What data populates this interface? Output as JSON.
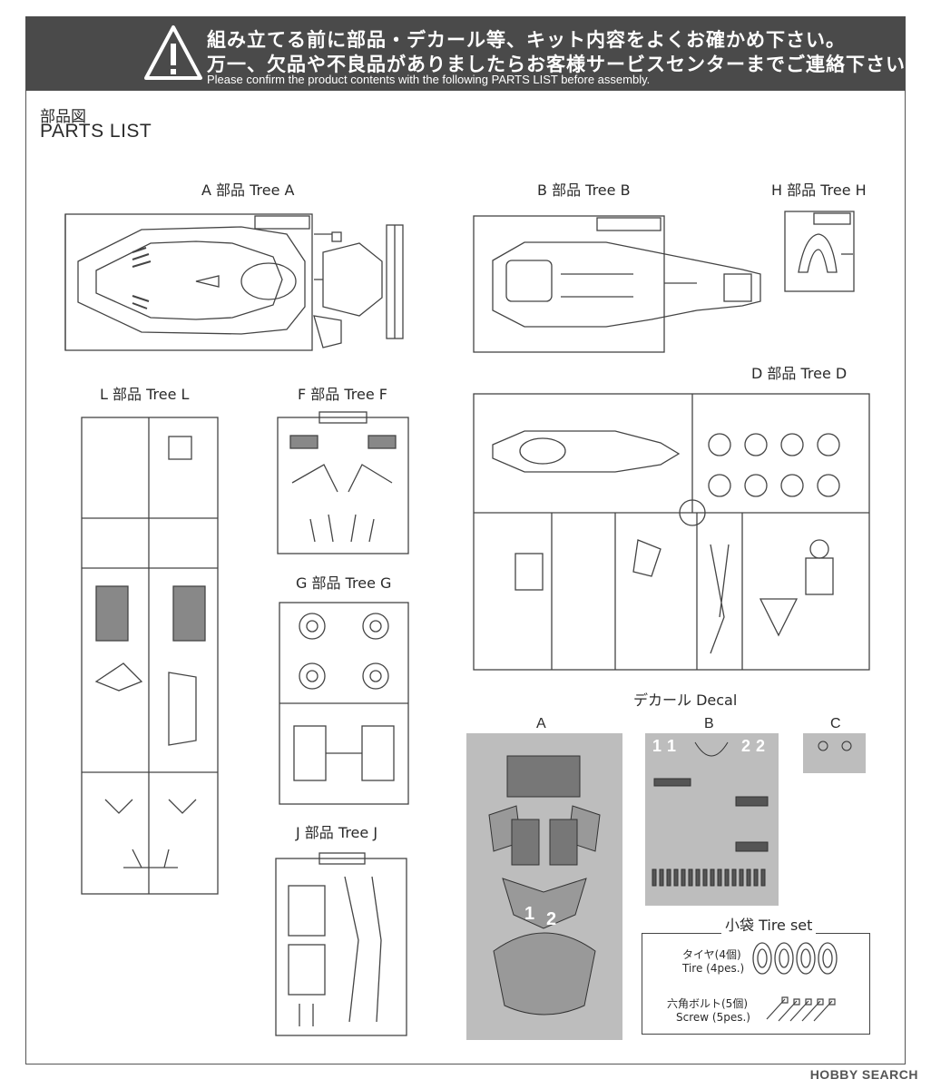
{
  "warning": {
    "line1_jp": "組み立てる前に部品・デカール等、キット内容をよくお確かめ下さい。",
    "line2_jp": "万一、欠品や不良品がありましたらお客様サービスセンターまでご連絡下さい。",
    "line_en": "Please confirm the product contents with the following PARTS LIST before assembly.",
    "icon": "warning-triangle-icon"
  },
  "parts_title": {
    "jp": "部品図",
    "en": "PARTS LIST"
  },
  "trees": {
    "a": "A 部品 Tree A",
    "b": "B 部品 Tree B",
    "h": "H 部品 Tree H",
    "l": "L 部品 Tree L",
    "f": "F 部品 Tree F",
    "d": "D 部品 Tree D",
    "g": "G 部品 Tree G",
    "j": "J 部品 Tree J"
  },
  "decal": {
    "title": "デカール Decal",
    "sheets": [
      "A",
      "B",
      "C"
    ],
    "sheet_a_numbers": [
      "1",
      "2"
    ],
    "sheet_b_numbers": [
      "1",
      "1",
      "2",
      "2"
    ]
  },
  "tire_set": {
    "title": "小袋 Tire set",
    "tire_jp": "タイヤ(4個)",
    "tire_en": "Tire (4pes.)",
    "screw_jp": "六角ボルト(5個)",
    "screw_en": "Screw (5pes.)"
  },
  "watermark": "HOBBY SEARCH",
  "colors": {
    "banner": "#4a4a4a",
    "decal_gray": "#bdbdbd",
    "line": "#555555"
  }
}
